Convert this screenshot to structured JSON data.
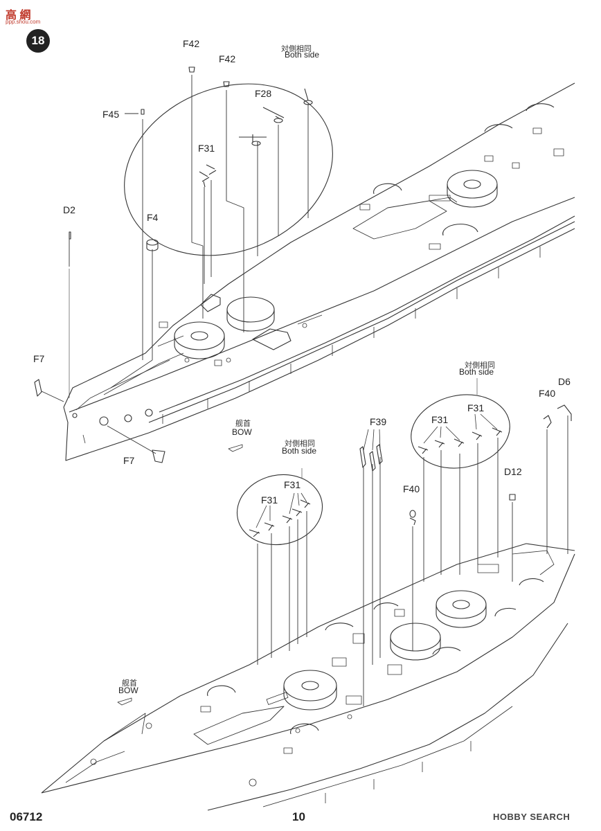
{
  "watermark": {
    "brand": "高 網",
    "url": "ppp.shou.com"
  },
  "step_number": "18",
  "parts": {
    "f42_a": "F42",
    "f42_b": "F42",
    "f45": "F45",
    "f28": "F28",
    "f31_top": "F31",
    "f4": "F4",
    "d2": "D2",
    "f7_a": "F7",
    "f7_b": "F7",
    "f39": "F39",
    "f31_r1": "F31",
    "f31_r2": "F31",
    "f40_a": "F40",
    "f40_b": "F40",
    "d6": "D6",
    "d12": "D12",
    "f31_l1": "F31",
    "f31_l2": "F31"
  },
  "notes": {
    "both_side_cn": "対側相同",
    "both_side_en": "Both side",
    "bow_cn": "舰首",
    "bow_en": "BOW"
  },
  "footer": {
    "product_code": "06712",
    "page_number": "10",
    "source": "HOBBY SEARCH"
  }
}
